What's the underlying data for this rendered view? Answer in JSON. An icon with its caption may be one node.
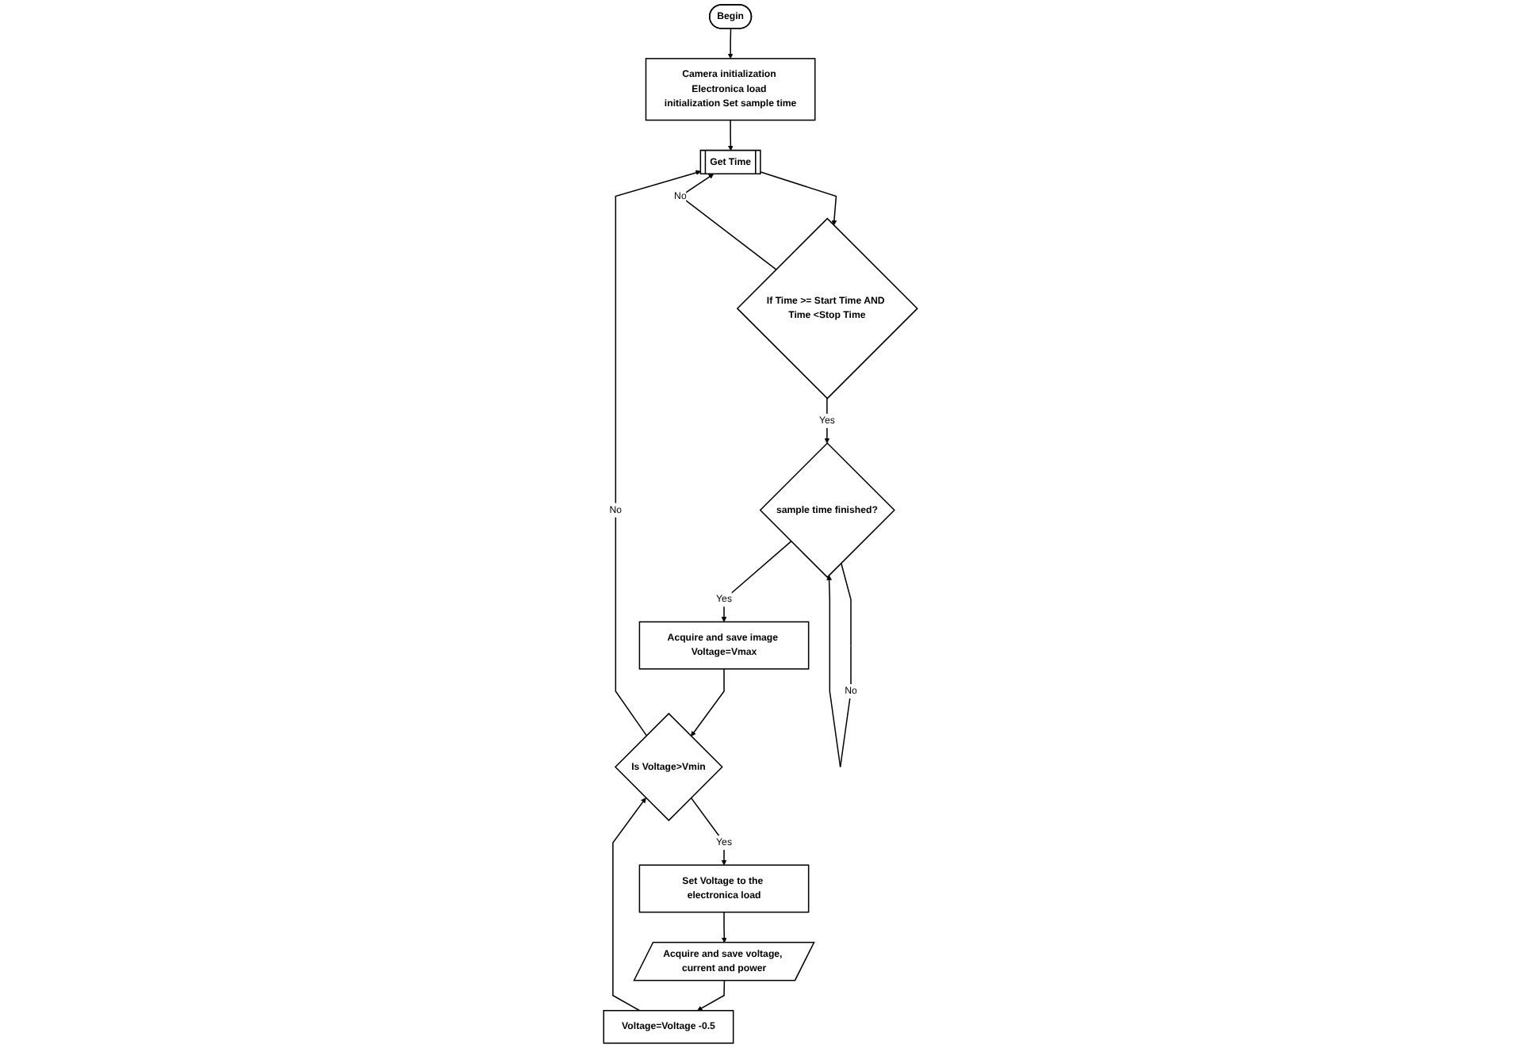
{
  "diagram": {
    "nodes": [
      {
        "text": [
          "Begin"
        ]
      },
      {
        "text": [
          "Camera initialization Electronica load initialization Set sample time"
        ]
      },
      {
        "text": [
          "Get Time"
        ]
      },
      {
        "text": [
          "If Time >= Start Time AND Time <Stop Time"
        ]
      },
      {
        "text": [
          "sample time finished?"
        ]
      },
      {
        "text": [
          "Acquire and save image Voltage=Vmax"
        ]
      },
      {
        "text": [
          "Is Voltage>Vmin"
        ]
      },
      {
        "text": [
          "Set Voltage to the electronica load"
        ]
      },
      {
        "text": [
          "Acquire and save voltage, current and power"
        ]
      },
      {
        "text": [
          "Voltage=Voltage -0.5"
        ]
      }
    ],
    "edges": [
      {
        "from": 0,
        "to": 1,
        "arrow": "to"
      },
      {
        "from": 1,
        "to": 2,
        "arrow": "to"
      },
      {
        "from": 2,
        "to": 3,
        "arrow": "to"
      },
      {
        "from": 3,
        "to": 2,
        "arrow": "to",
        "label": "No"
      },
      {
        "from": 3,
        "to": 4,
        "arrow": "to",
        "label": "Yes"
      },
      {
        "from": 4,
        "to": 4,
        "arrow": "to",
        "label": "No"
      },
      {
        "from": 4,
        "to": 5,
        "arrow": "to",
        "label": "Yes"
      },
      {
        "from": 5,
        "to": 6,
        "arrow": "to"
      },
      {
        "from": 6,
        "to": 7,
        "arrow": "to",
        "label": "Yes"
      },
      {
        "from": 7,
        "to": 8,
        "arrow": "to"
      },
      {
        "from": 8,
        "to": 9,
        "arrow": "to"
      },
      {
        "from": 9,
        "to": 6,
        "arrow": "to"
      },
      {
        "from": 6,
        "to": 2,
        "arrow": "to",
        "label": "No"
      }
    ]
  }
}
